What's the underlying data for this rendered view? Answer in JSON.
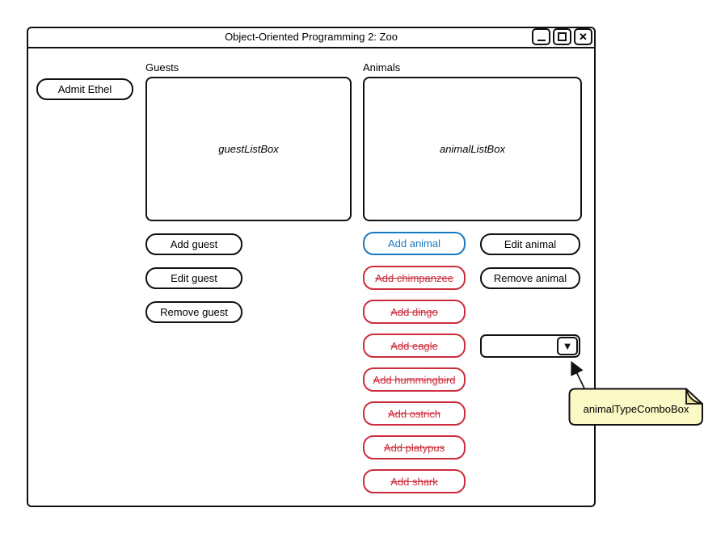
{
  "window": {
    "title": "Object-Oriented Programming 2: Zoo"
  },
  "icons": {
    "minimize": "underscore-bar",
    "maximize": "square-outline",
    "close": "✕",
    "dropdown": "▼"
  },
  "guests": {
    "section_label": "Guests",
    "listbox_text": "guestListBox",
    "admit_button_label": "Admit Ethel",
    "add_label": "Add guest",
    "edit_label": "Edit guest",
    "remove_label": "Remove guest"
  },
  "animals": {
    "section_label": "Animals",
    "listbox_text": "animalListBox",
    "add_label": "Add animal",
    "deprecated": [
      "Add chimpanzee",
      "Add dingo",
      "Add eagle",
      "Add hummingbird",
      "Add ostrich",
      "Add platypus",
      "Add shark"
    ],
    "edit_label": "Edit animal",
    "remove_label": "Remove animal"
  },
  "combobox": {
    "value": "",
    "annotation_label": "animalTypeComboBox"
  },
  "colors": {
    "enabled_blue": "#1779c1",
    "disabled_red": "#cd2d3c",
    "note_fill": "#fbf9c5"
  }
}
